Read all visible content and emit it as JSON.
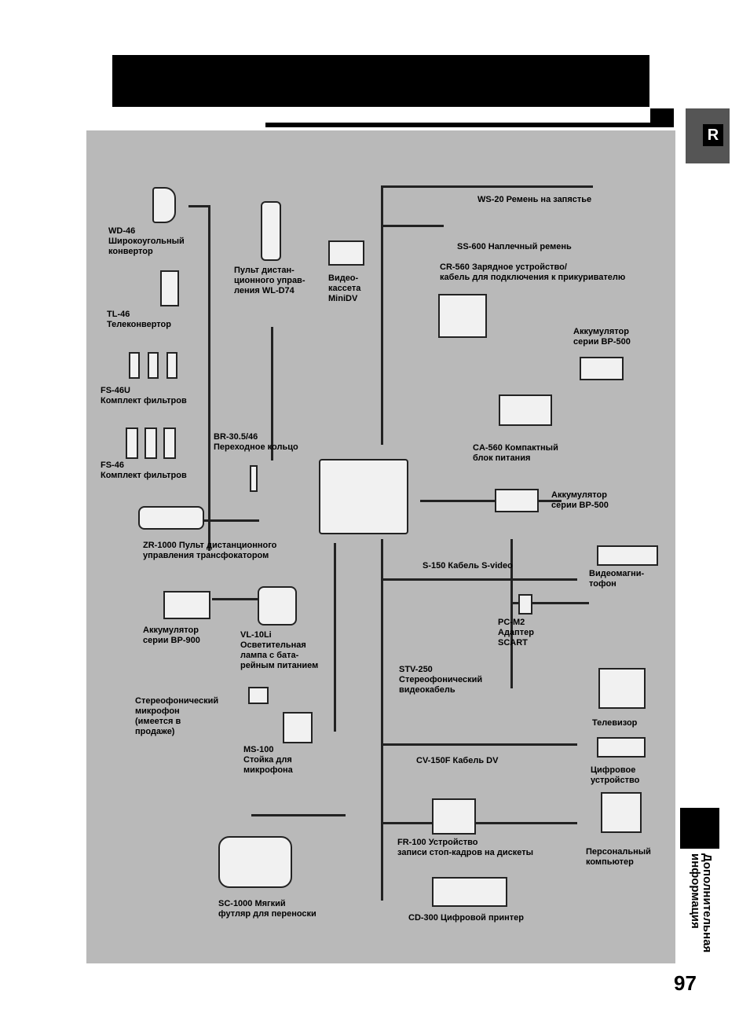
{
  "page": {
    "lang_tab": "R",
    "page_number": "97",
    "side_title": "Дополнительная\nинформация"
  },
  "labels": {
    "wd46": "WD-46\nШирокоугольный\nконвертор",
    "tl46": "TL-46\nТелеконвертор",
    "fs46u": "FS-46U\nКомплект фильтров",
    "fs46": "FS-46\nКомплект фильтров",
    "remote": "Пульт дистан-\nционного управ-\nления WL-D74",
    "cassette": "Видео-\nкассета\nMiniDV",
    "ws20": "WS-20 Ремень на запястье",
    "ss600": "SS-600 Наплечный ремень",
    "cr560": "CR-560 Зарядное устройство/\nкабель для подключения к прикуривателю",
    "bp500_top": "Аккумулятор\nсерии BP-500",
    "ca560": "CA-560 Компактный\nблок питания",
    "br30": "BR-30.5/46\nПереходное кольцо",
    "bp500_mid": "Аккумулятор\nсерии BP-500",
    "zr1000": "ZR-1000 Пульт дистанционного\nуправления трансфокатором",
    "s150": "S-150 Кабель S-video",
    "vcr": "Видеомагни-\nтофон",
    "pcm2": "PC-M2\nАдаптер\nSCART",
    "bp900": "Аккумулятор\nсерии BP-900",
    "vl10li": "VL-10Li\nОсветительная\nлампа с бата-\nрейным питанием",
    "stv250": "STV-250\nСтереофонический\nвидеокабель",
    "tv": "Телевизор",
    "mic": "Стереофонический\nмикрофон\n(имеется в\nпродаже)",
    "ms100": "MS-100\nСтойка для\nмикрофона",
    "cv150f": "CV-150F Кабель DV",
    "digital": "Цифровое\nустройство",
    "fr100": "FR-100 Устройство\nзаписи стоп-кадров на дискеты",
    "pc": "Персональный\nкомпьютер",
    "sc1000": "SC-1000 Мягкий\nфутляр для переноски",
    "cd300": "CD-300 Цифровой принтер"
  }
}
